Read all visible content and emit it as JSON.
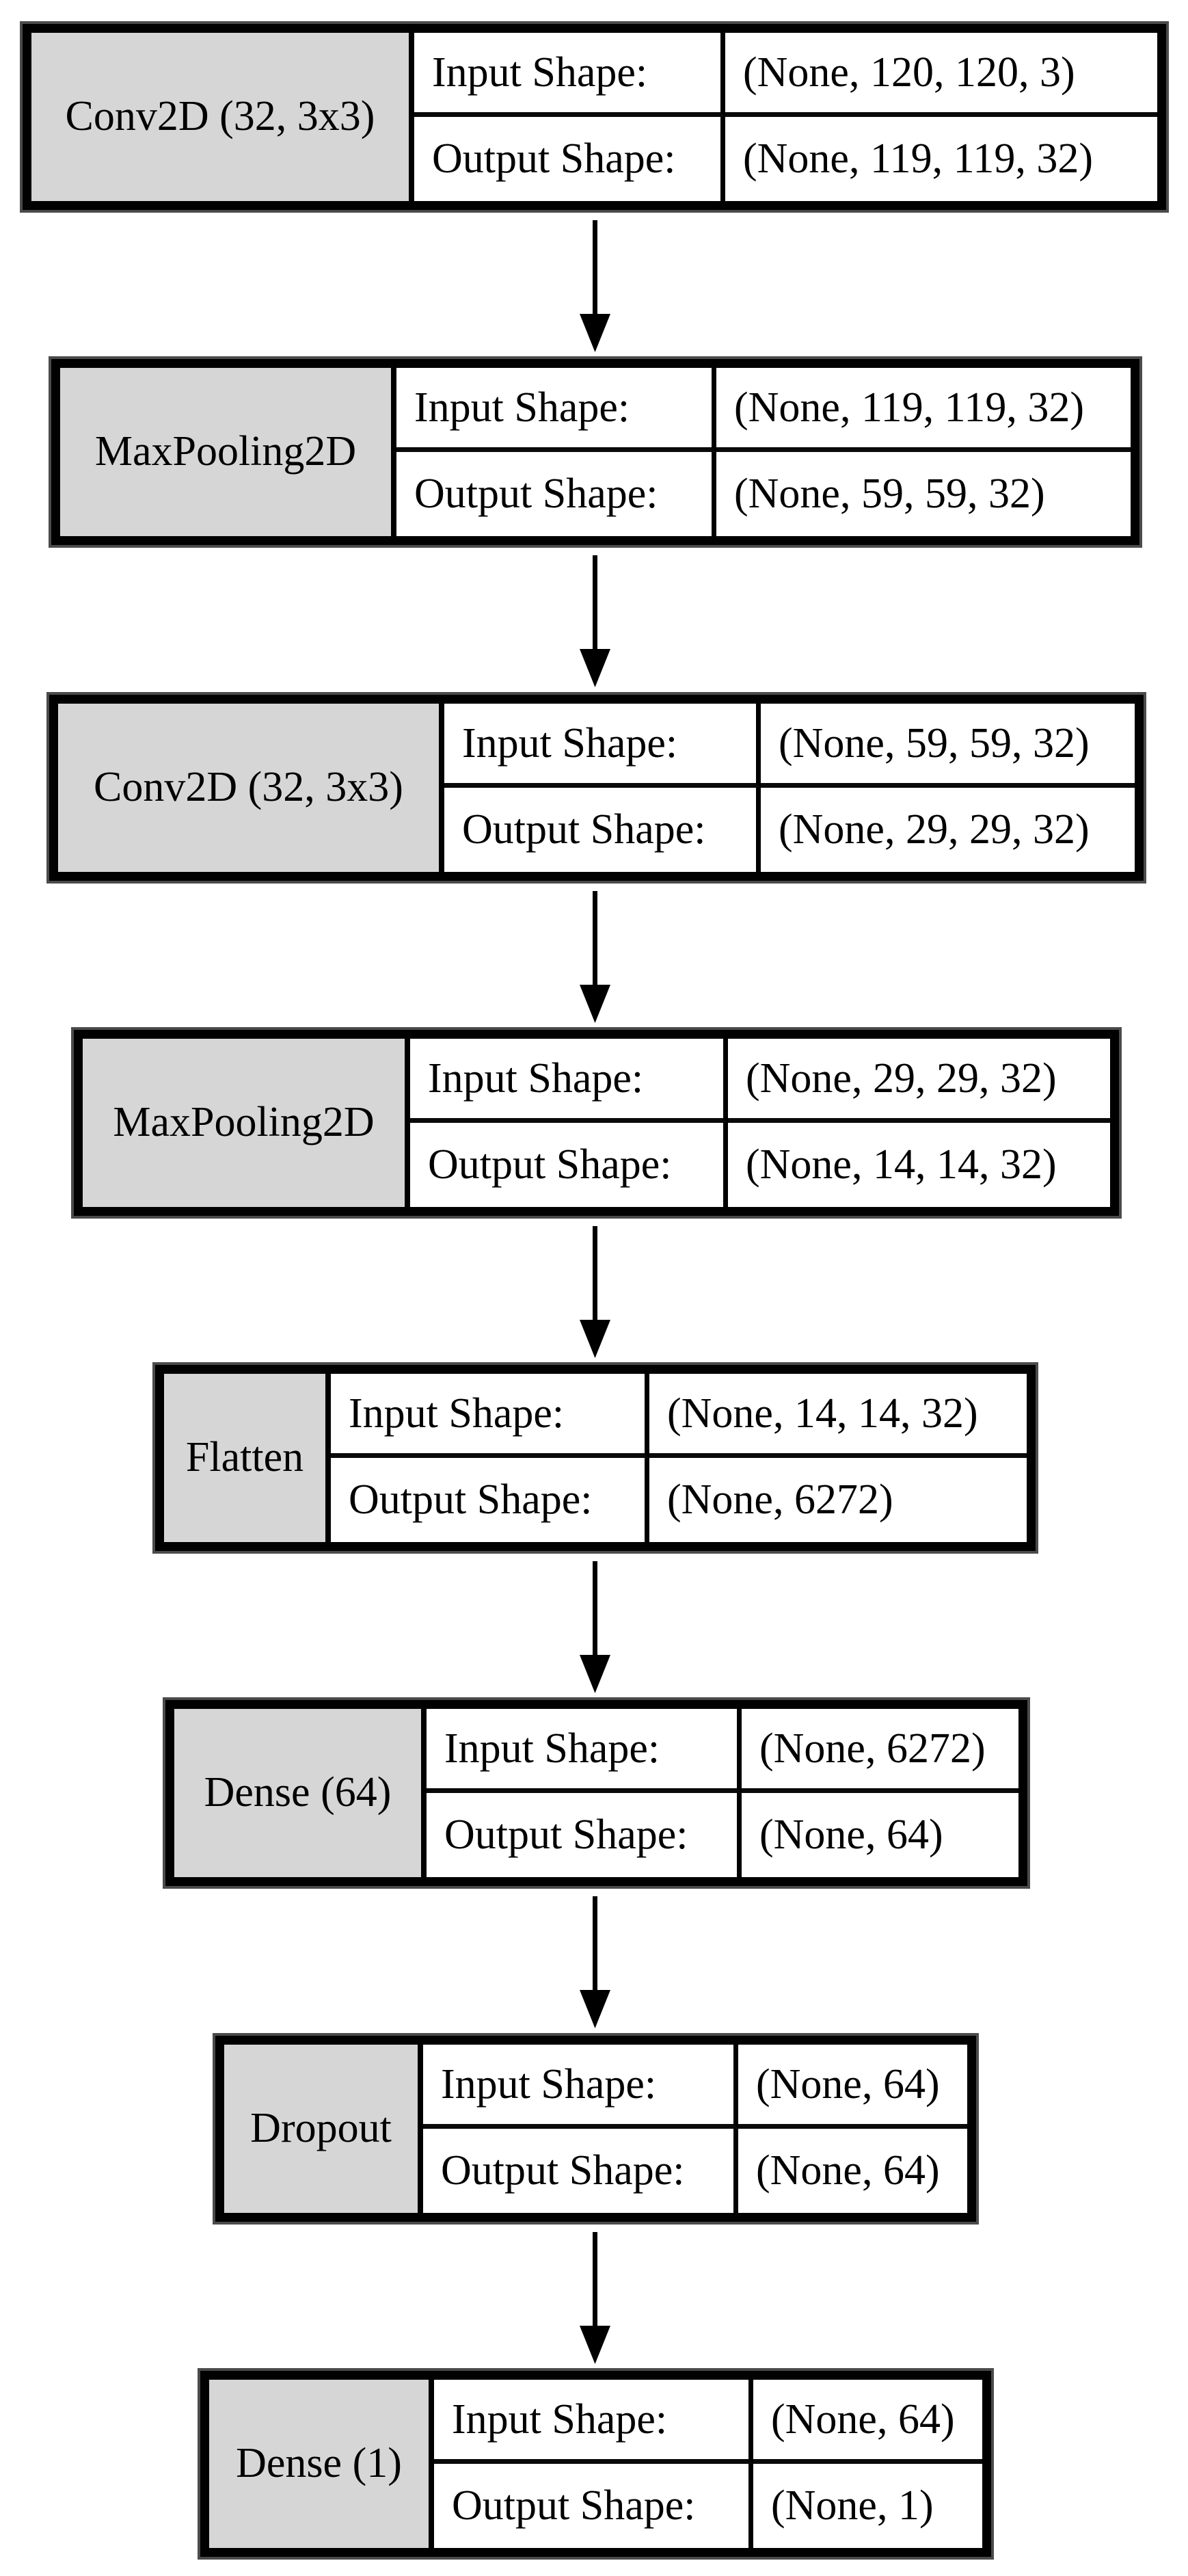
{
  "diagram": {
    "title": "CNN model architecture diagram",
    "colors": {
      "background": "#ffffff",
      "title_cell_fill": "#d6d6d6",
      "cell_fill": "#ffffff",
      "border": "#010101",
      "bevel_outline": "#4b4b4b",
      "text": "#000000",
      "arrow": "#000000"
    },
    "arrow_icon": "down-arrow"
  },
  "labels": {
    "input": "Input Shape:",
    "output": "Output Shape:"
  },
  "layers": [
    {
      "name": "Conv2D (32, 3x3)",
      "input_shape": "(None, 120, 120, 3)",
      "output_shape": "(None, 119, 119, 32)"
    },
    {
      "name": "MaxPooling2D",
      "input_shape": "(None, 119, 119, 32)",
      "output_shape": "(None, 59, 59, 32)"
    },
    {
      "name": "Conv2D (32, 3x3)",
      "input_shape": "(None, 59, 59, 32)",
      "output_shape": "(None, 29, 29, 32)"
    },
    {
      "name": "MaxPooling2D",
      "input_shape": "(None, 29, 29, 32)",
      "output_shape": "(None, 14, 14, 32)"
    },
    {
      "name": "Flatten",
      "input_shape": "(None, 14, 14, 32)",
      "output_shape": "(None, 6272)"
    },
    {
      "name": "Dense (64)",
      "input_shape": "(None, 6272)",
      "output_shape": "(None, 64)"
    },
    {
      "name": "Dropout",
      "input_shape": "(None, 64)",
      "output_shape": "(None, 64)"
    },
    {
      "name": "Dense (1)",
      "input_shape": "(None, 64)",
      "output_shape": "(None, 1)"
    }
  ]
}
